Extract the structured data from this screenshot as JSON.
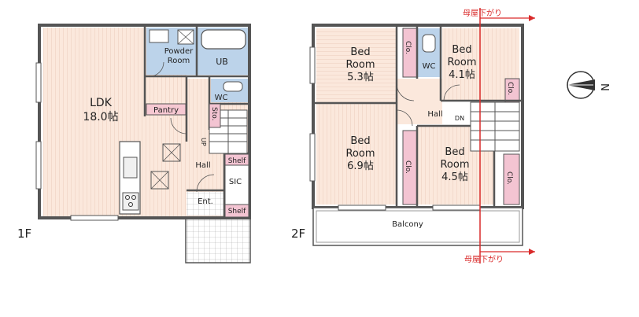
{
  "floor1": {
    "label": "1F",
    "ldk_name": "LDK",
    "ldk_size": "18.0帖",
    "powder_line1": "Powder",
    "powder_line2": "Room",
    "ub": "UB",
    "wc": "WC",
    "pantry": "Pantry",
    "sto": "Sto.",
    "up": "UP",
    "hall": "Hall",
    "shelf_top": "Shelf",
    "sic": "SIC",
    "shelf_bottom": "Shelf",
    "ent": "Ent."
  },
  "floor2": {
    "label": "2F",
    "bed1_line1": "Bed",
    "bed1_line2": "Room",
    "bed1_size": "5.3帖",
    "bed2_line1": "Bed",
    "bed2_line2": "Room",
    "bed2_size": "4.1帖",
    "bed3_line1": "Bed",
    "bed3_line2": "Room",
    "bed3_size": "6.9帖",
    "bed4_line1": "Bed",
    "bed4_line2": "Room",
    "bed4_size": "4.5帖",
    "clo1": "Clo.",
    "clo2": "Clo.",
    "clo3": "Clo.",
    "clo4": "Clo.",
    "wc": "WC",
    "hall": "Hall",
    "dn": "DN",
    "balcony": "Balcony",
    "roof_note_top": "母屋下がり",
    "roof_note_bottom": "母屋下がり"
  },
  "compass": {
    "label": "N",
    "icon": "north-arrow-icon"
  },
  "colors": {
    "wall": "#555555",
    "floor_wood": "#fbe8dc",
    "wet_area": "#bcd3ea",
    "closet": "#f3c4d2",
    "accent_red": "#d92a2a",
    "pantry_head": "#f6c8d2"
  }
}
